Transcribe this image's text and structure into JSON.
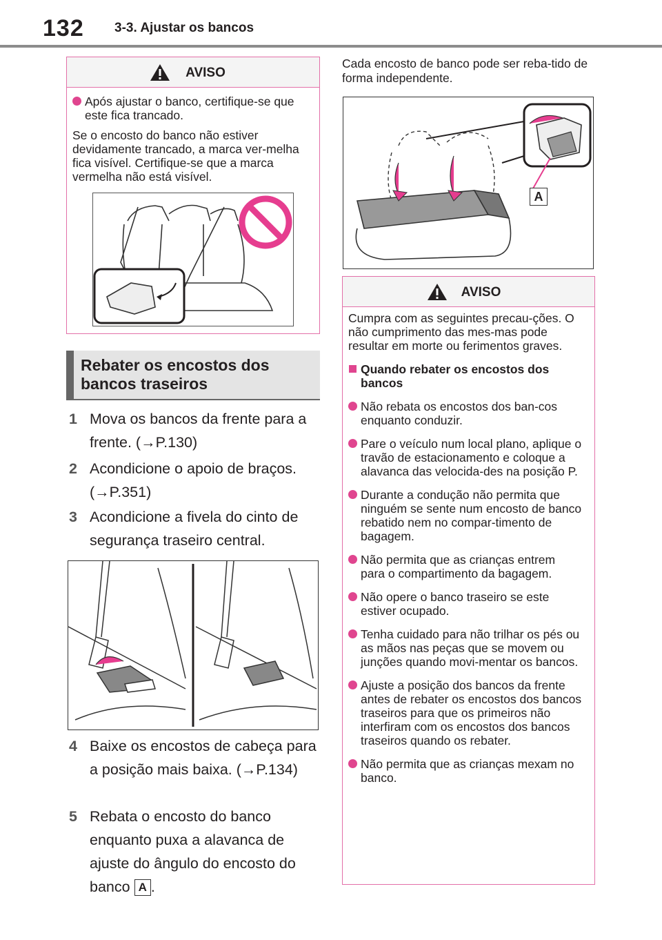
{
  "header": {
    "page_number": "132",
    "section": "3-3. Ajustar os bancos"
  },
  "warning_top": {
    "label": "AVISO",
    "bullet": "Após ajustar o banco, certifique-se que este fica trancado.",
    "paragraph": "Se o encosto do banco não estiver devidamente trancado, a marca ver-melha fica visível. Certifique-se que a marca vermelha não está visível."
  },
  "heading": "Rebater os encostos dos bancos traseiros",
  "steps": [
    {
      "num": "1",
      "text": "Mova os bancos da frente para a frente. (→P.130)"
    },
    {
      "num": "2",
      "text": "Acondicione o apoio de braços. (→P.351)"
    },
    {
      "num": "3",
      "text": "Acondicione a fivela do cinto de segurança traseiro central."
    },
    {
      "num": "4",
      "text": "Baixe os encostos de cabeça para a posição mais baixa. (→P.134)"
    },
    {
      "num": "5",
      "text": "Rebata o encosto do banco enquanto puxa a alavanca de ajuste do ângulo do encosto do banco",
      "suffix": "."
    }
  ],
  "callout_letter": "A",
  "right_intro": "Cada encosto de banco pode ser reba-tido de forma independente.",
  "warning_right": {
    "label": "AVISO",
    "intro": "Cumpra com as seguintes precau-ções. O não cumprimento das mes-mas pode resultar em morte ou ferimentos graves.",
    "subheading": "Quando rebater os encostos dos bancos",
    "bullets": [
      "Não rebata os encostos dos ban-cos enquanto conduzir.",
      "Pare o veículo num local plano, aplique o travão de estacionamento e coloque a alavanca das velocida-des na posição P.",
      "Durante a condução não permita que ninguém se sente num encosto de banco rebatido nem no compar-timento de bagagem.",
      "Não permita que as crianças entrem para o compartimento da bagagem.",
      "Não opere o banco traseiro se este estiver ocupado.",
      "Tenha cuidado para não trilhar os pés ou as mãos nas peças que se movem ou junções quando movi-mentar os bancos.",
      "Ajuste a posição dos bancos da frente antes de rebater os encostos dos bancos traseiros para que os primeiros não interfiram com os encostos dos bancos traseiros quando os rebater.",
      "Não permita que as crianças mexam no banco."
    ]
  }
}
